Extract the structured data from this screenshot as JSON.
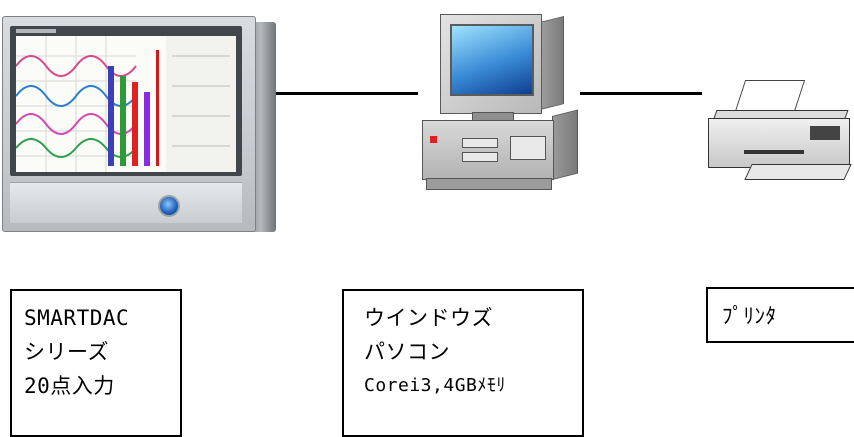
{
  "devices": [
    {
      "name": "recorder",
      "label_lines": [
        "SMARTDAC",
        "シリーズ",
        "20点入力"
      ]
    },
    {
      "name": "pc",
      "label_lines": [
        "ウインドウズ",
        "パソコン",
        "Corei3,4GBﾒﾓﾘ"
      ]
    },
    {
      "name": "printer",
      "label_lines": [
        "ﾌﾟﾘﾝﾀ"
      ]
    }
  ],
  "colors": {
    "line": "#000000",
    "screen_bg": "#fbfbf8",
    "bar_colors": [
      "#3b3fb8",
      "#2e9a3a",
      "#e02121",
      "#8a2be2"
    ]
  }
}
